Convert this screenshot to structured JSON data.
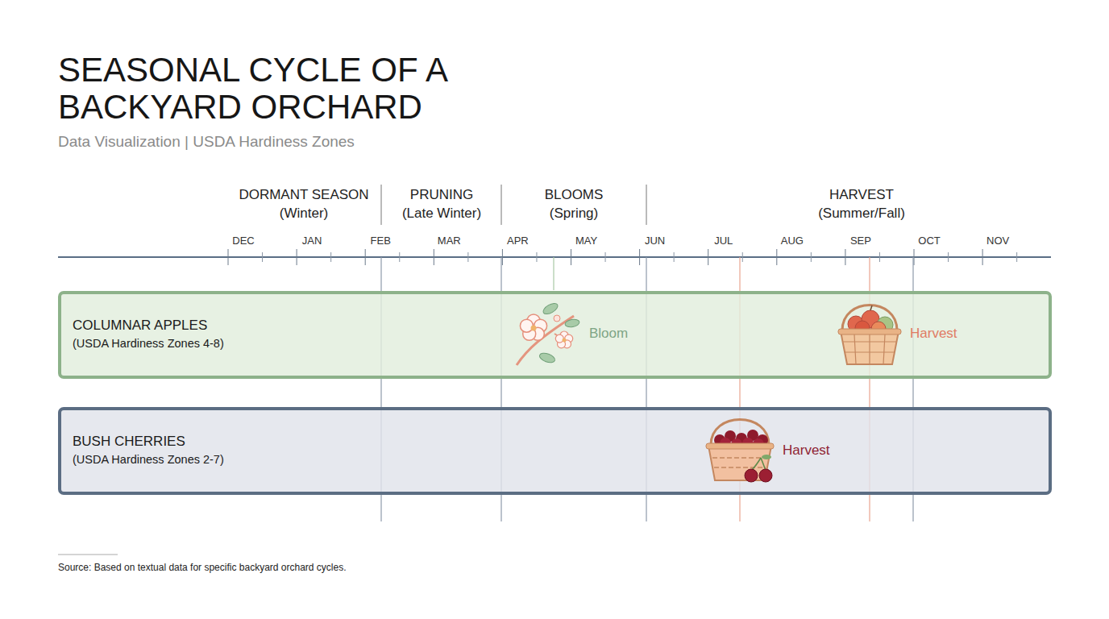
{
  "diagram": {
    "title": "SEASONAL CYCLE OF A BACKYARD ORCHARD",
    "caption": "Source: Based on textual data for specific backyard orchard cycles.",
    "nodes": [
      {
        "text": [
          "COLUMNAR APPLES",
          "(USDA Hardiness Zones 4-8)",
          "Bloom",
          "Harvest"
        ]
      },
      {
        "text": [
          "BUSH CHERRIES",
          "(USDA Hardiness Zones 2-7)",
          "Harvest"
        ]
      }
    ],
    "labels": [
      "Data Visualization | USDA Hardiness Zones",
      "DORMANT SEASON",
      "(Winter)",
      "PRUNING",
      "(Late Winter)",
      "BLOOMS",
      "(Spring)",
      "HARVEST",
      "(Summer/Fall)",
      "DEC",
      "JAN",
      "FEB",
      "MAR",
      "APR",
      "MAY",
      "JUN",
      "JUL",
      "AUG",
      "SEP",
      "OCT",
      "NOV"
    ]
  }
}
